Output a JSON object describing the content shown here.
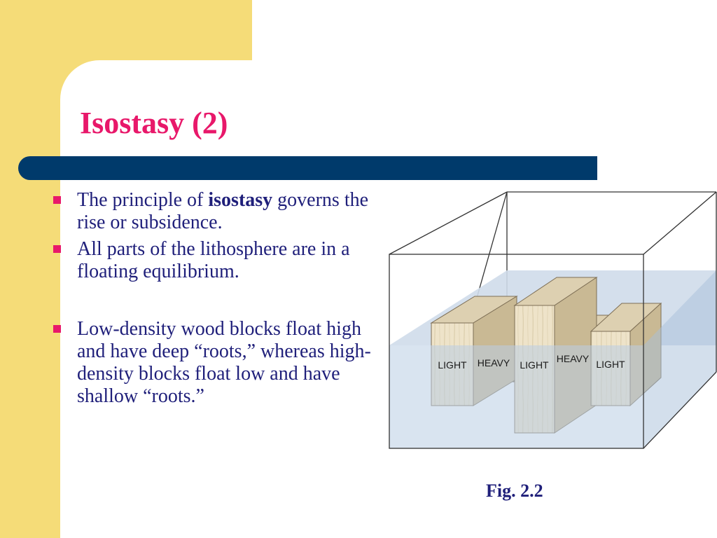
{
  "slide": {
    "title": "Isostasy (2)",
    "bullets": [
      {
        "before": "The principle of ",
        "bold": "isostasy",
        "after": " governs the rise or subsidence."
      },
      {
        "text": "All parts of the lithosphere are in a floating equilibrium."
      },
      {
        "text": "Low-density wood blocks float high and have deep “roots,” whereas high-density blocks float low and have shallow “roots.”"
      }
    ],
    "figure": {
      "labels": [
        "LIGHT",
        "HEAVY",
        "LIGHT",
        "HEAVY",
        "LIGHT"
      ],
      "caption": "Fig. 2.2"
    }
  },
  "colors": {
    "title": "#e8186a",
    "bar": "#003a6b",
    "body_text": "#1f1f7a",
    "background": "#f5dc78",
    "water": "#b9cde3",
    "wood": "#eee3c9"
  }
}
